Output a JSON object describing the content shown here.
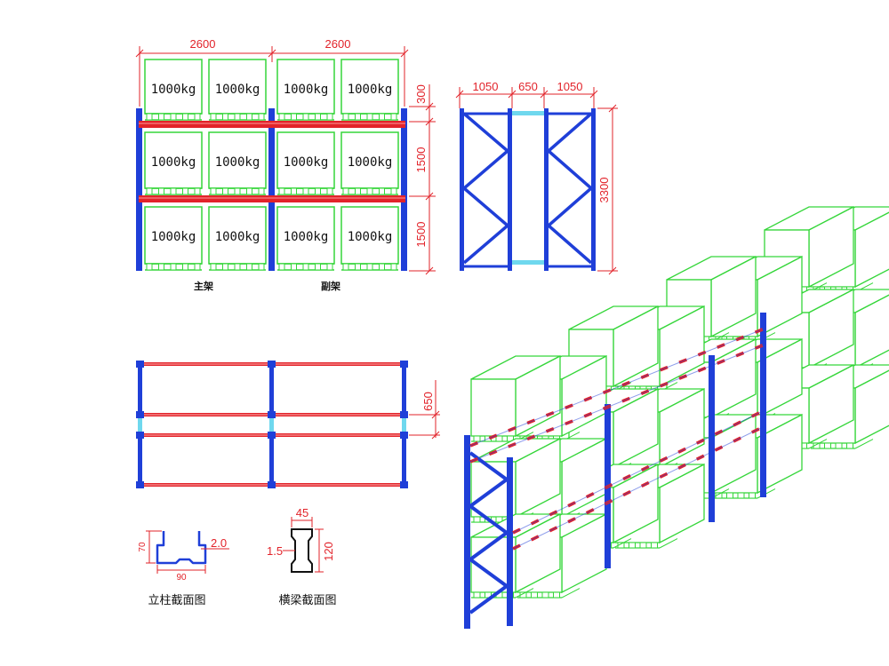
{
  "colors": {
    "upright": "#1f3fd8",
    "beam": "#e2232a",
    "pallet": "#35d63a",
    "connector": "#6fd8ee",
    "dimension": "#e2232a",
    "text": "#111111"
  },
  "front_view": {
    "bay_widths": [
      "2600",
      "2600"
    ],
    "level_heights": [
      "300",
      "1500",
      "1500"
    ],
    "load_label": "1000kg",
    "bay_captions": [
      "主架",
      "副架"
    ]
  },
  "side_view": {
    "depths": [
      "1050",
      "650",
      "1050"
    ],
    "height": "3300"
  },
  "plan_view": {
    "gap": "650"
  },
  "upright_section": {
    "caption": "立柱截面图",
    "width": "90",
    "depth": "70",
    "thickness": "2.0"
  },
  "beam_section": {
    "caption": "横梁截面图",
    "width": "45",
    "height": "120",
    "thickness": "1.5"
  }
}
